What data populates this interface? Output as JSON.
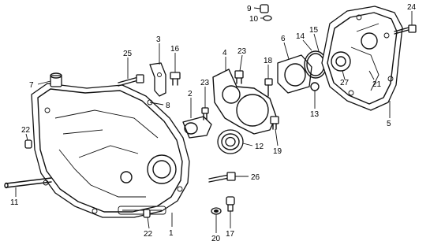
{
  "callouts": [
    "1",
    "2",
    "3",
    "4",
    "5",
    "6",
    "7",
    "8",
    "9",
    "10",
    "11",
    "12",
    "13",
    "14",
    "15",
    "16",
    "17",
    "18",
    "19",
    "20",
    "21",
    "22",
    "22",
    "23",
    "23",
    "24",
    "25",
    "26",
    "27"
  ]
}
